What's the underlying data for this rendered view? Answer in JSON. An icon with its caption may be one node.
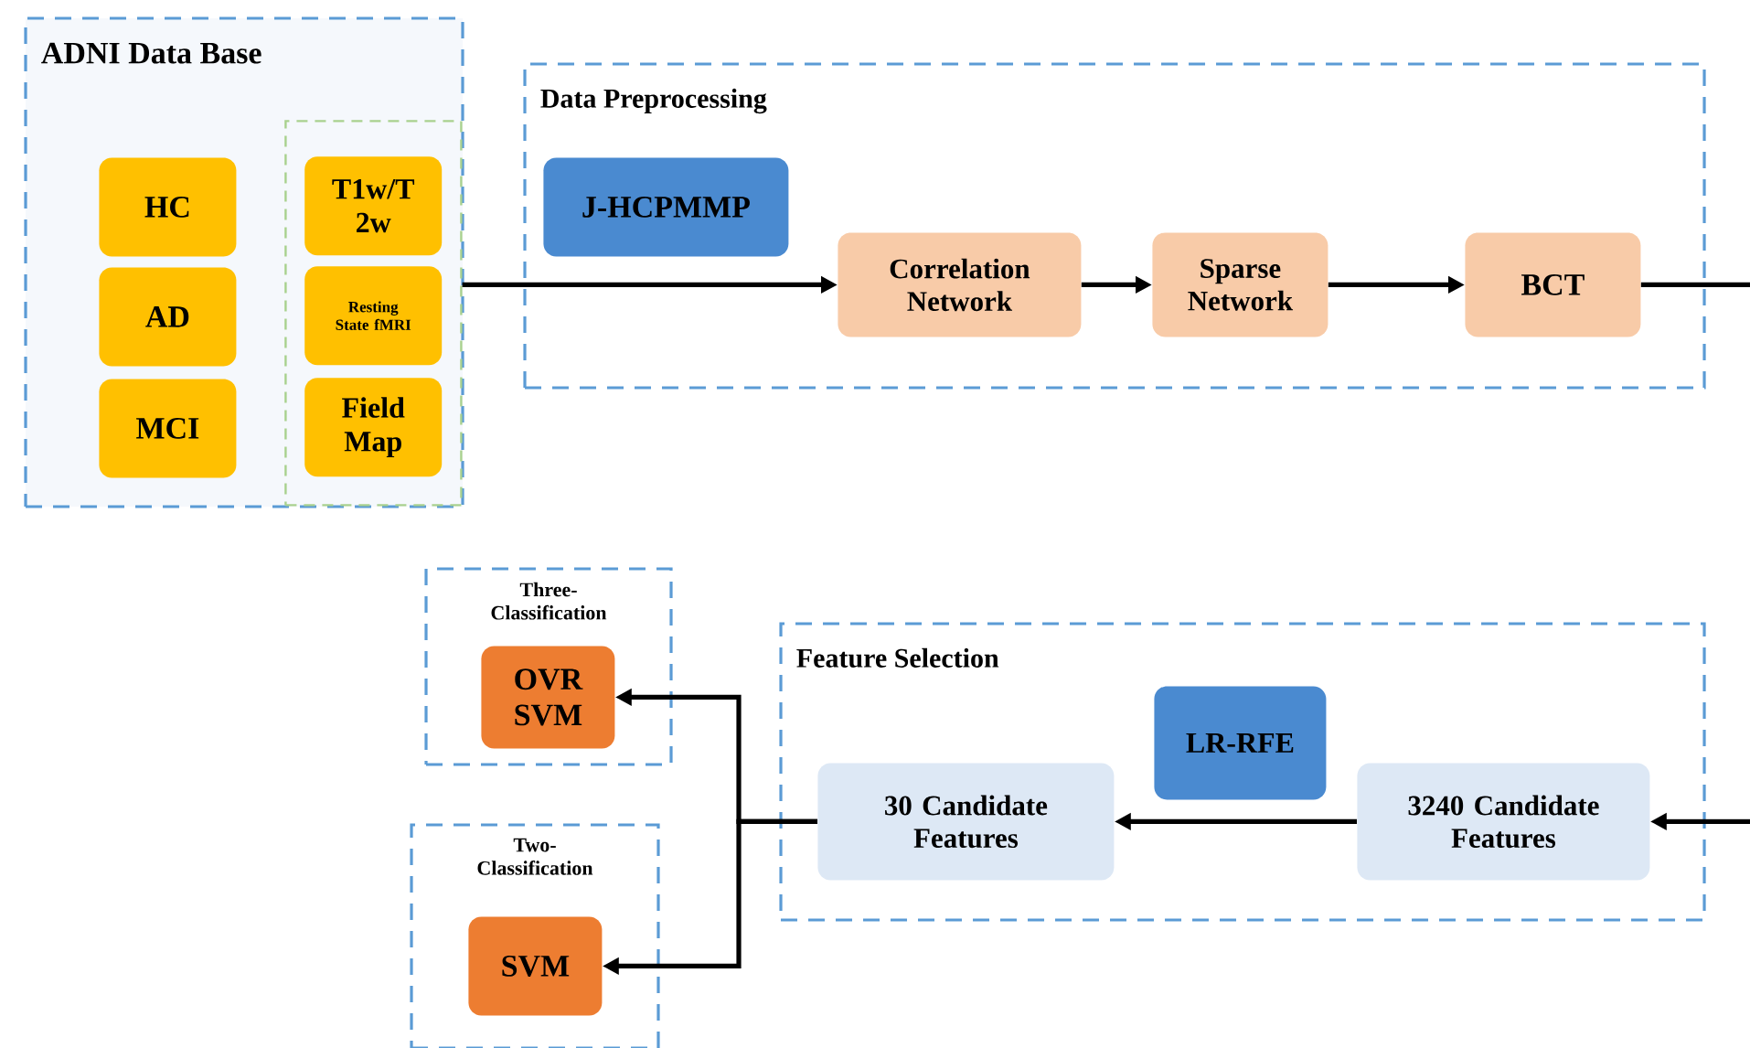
{
  "diagram": {
    "nodes": [
      {
        "text": [
          "ADNI Data Base"
        ]
      },
      {
        "text": [
          "HC"
        ],
        "in": 0
      },
      {
        "text": [
          "AD"
        ],
        "in": 0
      },
      {
        "text": [
          "MCI"
        ],
        "in": 0
      },
      {
        "text": [],
        "shape": "box",
        "in": 0
      },
      {
        "text": [
          "T1w/T 2w"
        ],
        "in": 4
      },
      {
        "text": [
          "Resting State fMRI"
        ],
        "in": 4
      },
      {
        "text": [
          "Field Map"
        ],
        "in": 4
      },
      {
        "text": [
          "Data Preprocessing"
        ]
      },
      {
        "text": [
          "J-HCPMMP"
        ],
        "in": 8
      },
      {
        "text": [
          "Correlation Network"
        ],
        "in": 8
      },
      {
        "text": [
          "Sparse Network"
        ],
        "in": 8
      },
      {
        "text": [
          "BCT"
        ],
        "in": 8
      },
      {
        "text": [
          "Feature Selection"
        ]
      },
      {
        "text": [
          "LR-RFE"
        ],
        "in": 13
      },
      {
        "text": [
          "30 Candidate Features"
        ],
        "in": 13
      },
      {
        "text": [
          "3240 Candidate Features"
        ],
        "in": 13
      },
      {
        "text": [
          "Three-Classification"
        ]
      },
      {
        "text": [
          "OVR SVM"
        ],
        "in": 17
      },
      {
        "text": [
          "Two-Classification"
        ]
      },
      {
        "text": [
          "SVM"
        ],
        "in": 19
      }
    ],
    "edges": [
      {
        "from": 4,
        "to": 10,
        "arrow": "to"
      },
      {
        "from": 10,
        "to": 11,
        "arrow": "to"
      },
      {
        "from": 11,
        "to": 12,
        "arrow": "to"
      },
      {
        "from": 12,
        "to": null,
        "arrow": "none"
      },
      {
        "from": null,
        "to": 16,
        "arrow": "to"
      },
      {
        "from": 16,
        "to": 15,
        "arrow": "to"
      },
      {
        "from": 15,
        "to": 18,
        "arrow": "to"
      },
      {
        "from": 15,
        "to": 20,
        "arrow": "to"
      }
    ]
  }
}
